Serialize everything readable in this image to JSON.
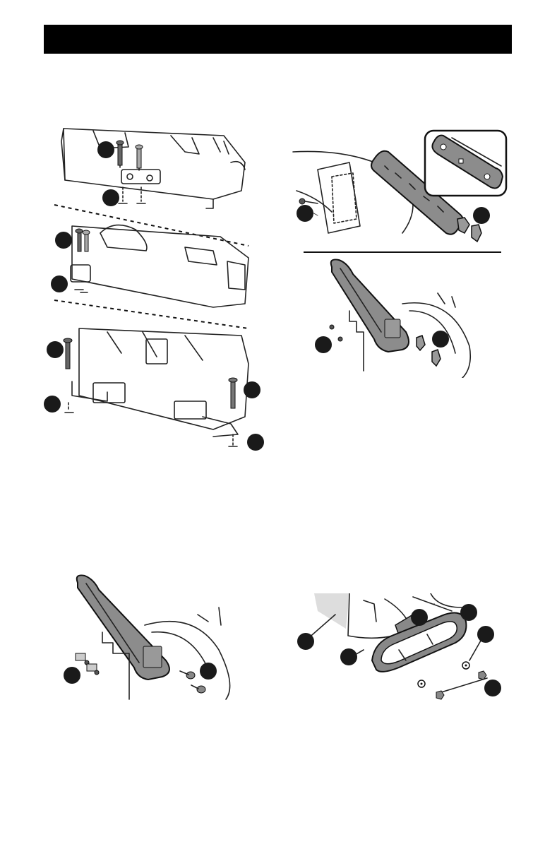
{
  "header": {
    "title": ""
  },
  "figures": [
    {
      "id": "cover-assembly"
    },
    {
      "id": "handle-bracket-upper"
    },
    {
      "id": "handle-bracket-lower"
    },
    {
      "id": "handle-side"
    },
    {
      "id": "panel-mount"
    }
  ],
  "icons": {
    "callout": "filled-circle-callout",
    "screw": "screw-icon",
    "bolt": "bolt-icon",
    "nut": "nut-icon",
    "washer": "washer-icon",
    "wing_nut": "wing-nut-icon",
    "clip": "clip-icon"
  },
  "colors": {
    "header_bar": "#000000",
    "part_fill": "#8c8c8c",
    "callout_fill": "#1a1a1a"
  }
}
